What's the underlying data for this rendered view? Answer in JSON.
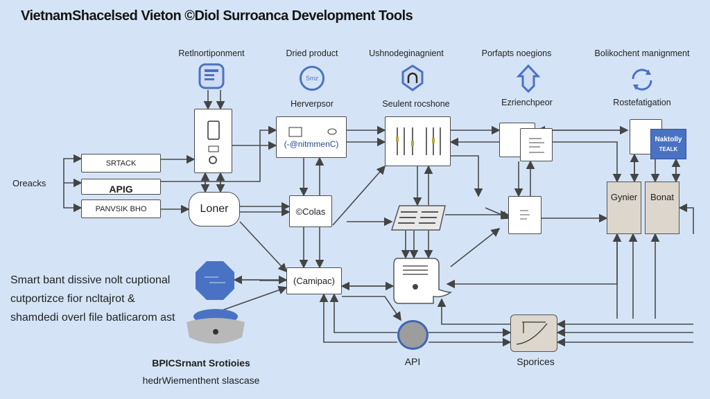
{
  "title": "VietnamShacelsed Vieton ©Diol Surroanca Development Tools",
  "columns": [
    {
      "label": "Retlnortiponment",
      "icon": "server-icon"
    },
    {
      "label": "Dried product",
      "icon": "badge-icon",
      "icon_text": "Smz",
      "sublabel": "Herverpsor"
    },
    {
      "label": "Ushnodeginagnient",
      "icon": "shield-icon",
      "sublabel": "Seulent rocshone"
    },
    {
      "label": "Porfapts noegions",
      "icon": "cloud-arrows-icon",
      "sublabel": "Ezrienchpeor"
    },
    {
      "label": "Bolikochent manignment",
      "icon": "sync-icon",
      "sublabel": "Rostefatigation"
    }
  ],
  "left": {
    "group_label": "Oreacks",
    "boxes": [
      "SRTACK",
      "APIG",
      "PANVSIK BHO"
    ]
  },
  "nodes": {
    "loner": "Loner",
    "environment": "(-@nitmmenC)",
    "colas": "©Colas",
    "campac": "(Camipac)",
    "api": "API",
    "sporices": "Sporices",
    "blue_box": {
      "title": "Naktolly",
      "sub": "TEALK"
    },
    "gray_panels": [
      "Gynier",
      "Bonat"
    ]
  },
  "description_lines": [
    "Smart bant dissive nolt cuptional",
    "cutportizce fior ncltajrot &",
    "shamdedi overl file batlicarom ast"
  ],
  "bottom_caption": [
    "BPICSrnant Srotioies",
    "hedrWiementhent slascase"
  ],
  "colors": {
    "background": "#d4e4f6",
    "accent": "#4a72c4",
    "line": "#4a4a4a",
    "panel": "#dcd6cc"
  }
}
